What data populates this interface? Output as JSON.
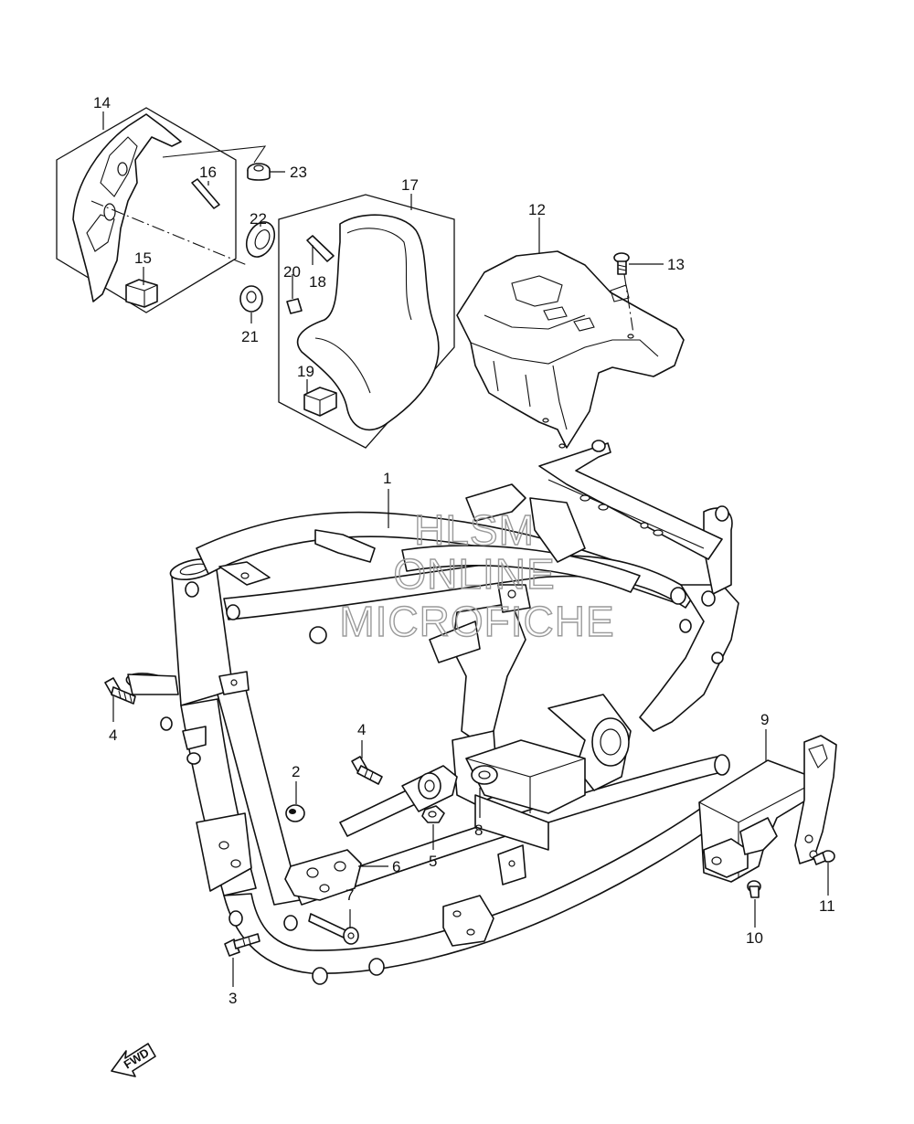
{
  "callouts": {
    "c1": "1",
    "c2": "2",
    "c3": "3",
    "c4a": "4",
    "c4b": "4",
    "c5": "5",
    "c6": "6",
    "c7": "7",
    "c8": "8",
    "c9": "9",
    "c10": "10",
    "c11": "11",
    "c12": "12",
    "c13": "13",
    "c14": "14",
    "c15": "15",
    "c16": "16",
    "c17": "17",
    "c18": "18",
    "c19": "19",
    "c20": "20",
    "c21": "21",
    "c22": "22",
    "c23": "23"
  },
  "watermark": {
    "line1": "HLSM",
    "line2": "ONLINE",
    "line3": "MICROFICHE"
  },
  "direction": {
    "label": "FWD"
  }
}
